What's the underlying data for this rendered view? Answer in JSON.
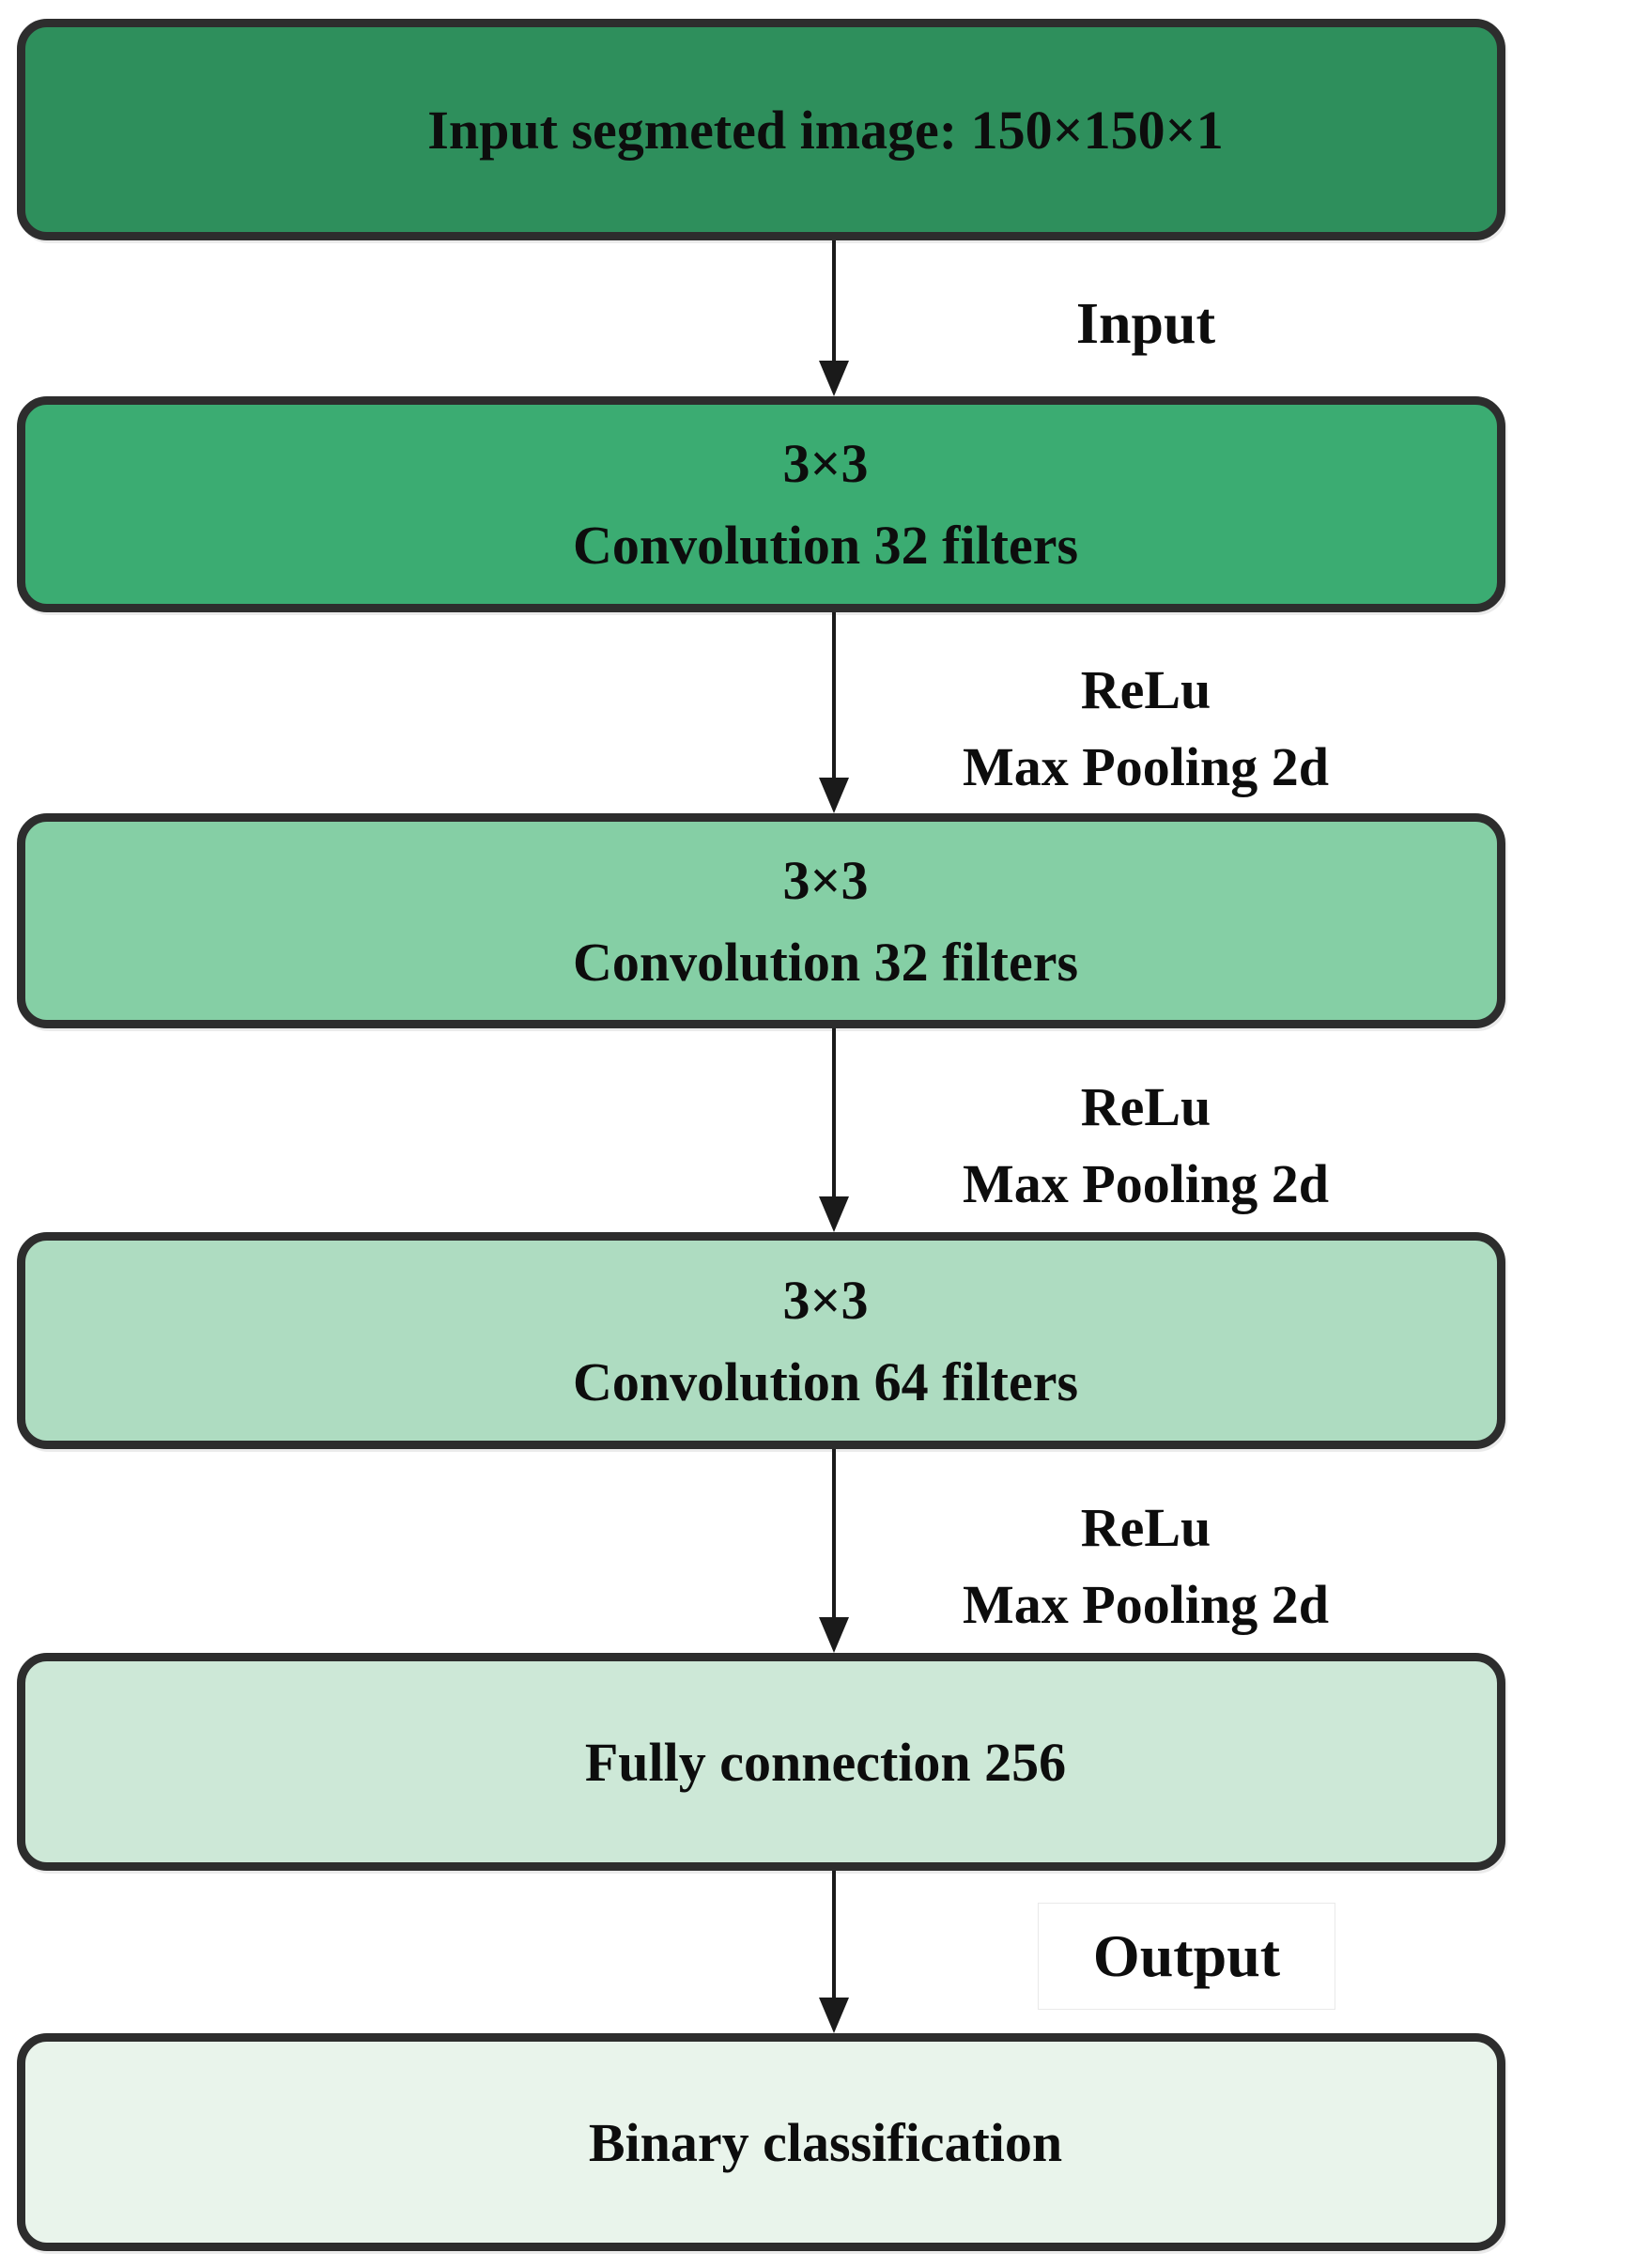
{
  "diagram": {
    "title_semantic": "CNN architecture flowchart",
    "background": "#ffffff",
    "box_border_color": "#2d2d2d",
    "arrow_color": "#1a1a1a",
    "text_color": "#0d0d0d",
    "boxes": [
      {
        "id": "input-image",
        "fill": "#2e8f5c",
        "lines": [
          "Input segmeted image: 150×150×1"
        ]
      },
      {
        "id": "conv-32-a",
        "fill": "#3bac72",
        "lines": [
          "3×3",
          "Convolution 32 filters"
        ]
      },
      {
        "id": "conv-32-b",
        "fill": "#85cfa5",
        "lines": [
          "3×3",
          "Convolution 32 filters"
        ]
      },
      {
        "id": "conv-64",
        "fill": "#aedcc1",
        "lines": [
          "3×3",
          "Convolution 64 filters"
        ]
      },
      {
        "id": "fully-connect",
        "fill": "#cde8d7",
        "lines": [
          "Fully connection 256"
        ]
      },
      {
        "id": "binary-class",
        "fill": "#e9f4eb",
        "lines": [
          "Binary classification"
        ]
      }
    ],
    "arrows": [
      {
        "labels": [
          "Input"
        ]
      },
      {
        "labels": [
          "ReLu",
          "Max Pooling 2d"
        ]
      },
      {
        "labels": [
          "ReLu",
          "Max Pooling 2d"
        ]
      },
      {
        "labels": [
          "ReLu",
          "Max Pooling 2d"
        ]
      },
      {
        "labels": [
          "Output"
        ]
      }
    ]
  }
}
